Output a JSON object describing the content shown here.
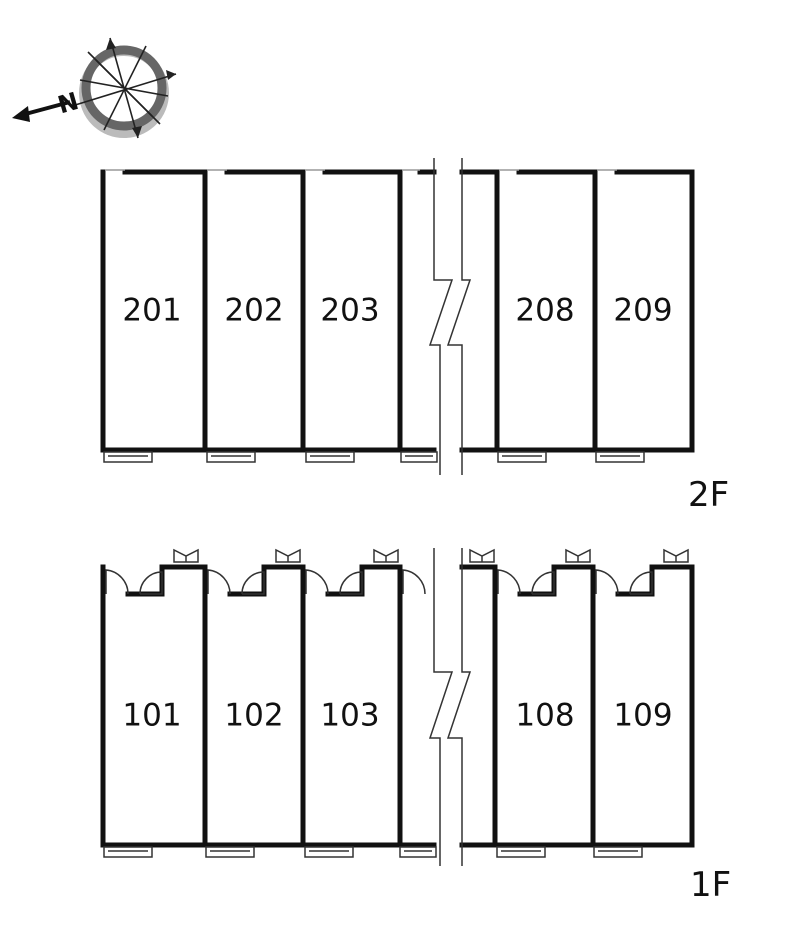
{
  "compass": {
    "north_mark": "N"
  },
  "floors": [
    {
      "label": "2F",
      "units": [
        "201",
        "202",
        "203",
        "208",
        "209"
      ]
    },
    {
      "label": "1F",
      "units": [
        "101",
        "102",
        "103",
        "108",
        "109"
      ]
    }
  ]
}
